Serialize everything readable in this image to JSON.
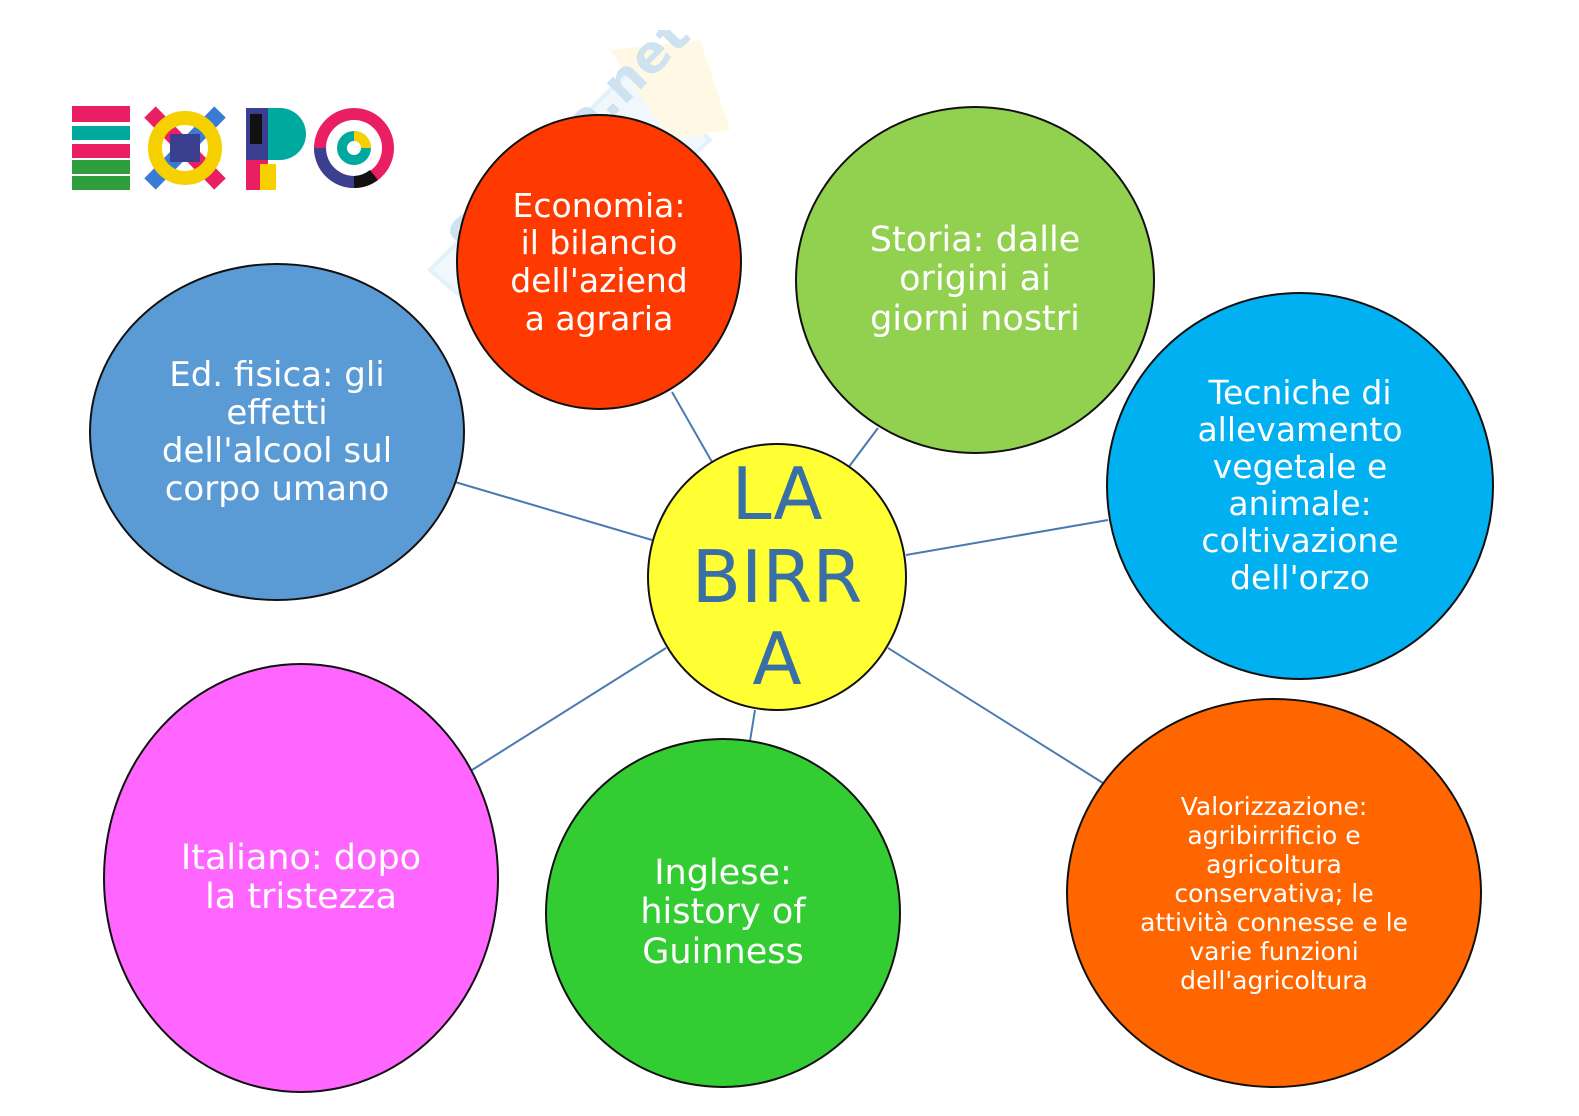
{
  "logo_text": "EXPO",
  "watermark_text": "Skuola.net",
  "center": {
    "label": "LA\nBIRR\nA",
    "color": "#ffff33"
  },
  "topics": [
    {
      "id": "economia",
      "label": "Economia:\nil bilancio\ndell'aziend\na agraria",
      "color": "#ff3a00"
    },
    {
      "id": "storia",
      "label": "Storia: dalle\norigini ai\ngiorni nostri",
      "color": "#92d050"
    },
    {
      "id": "tecniche",
      "label": "Tecniche di\nallevamento\nvegetale e\nanimale:\ncoltivazione\ndell'orzo",
      "color": "#00b0f0"
    },
    {
      "id": "valorizzazione",
      "label": "Valorizzazione:\nagribirrificio e\nagricoltura\nconservativa; le\nattività connesse e le\nvarie funzioni\ndell'agricoltura",
      "color": "#ff6600"
    },
    {
      "id": "inglese",
      "label": "Inglese:\nhistory of\nGuinness",
      "color": "#33cc33"
    },
    {
      "id": "italiano",
      "label": "Italiano: dopo\nla tristezza",
      "color": "#ff66ff"
    },
    {
      "id": "edfisica",
      "label": "Ed. fisica: gli\neffetti\ndell'alcool sul\ncorpo umano",
      "color": "#5b9bd5"
    }
  ],
  "link_color": "#4a7ab0"
}
